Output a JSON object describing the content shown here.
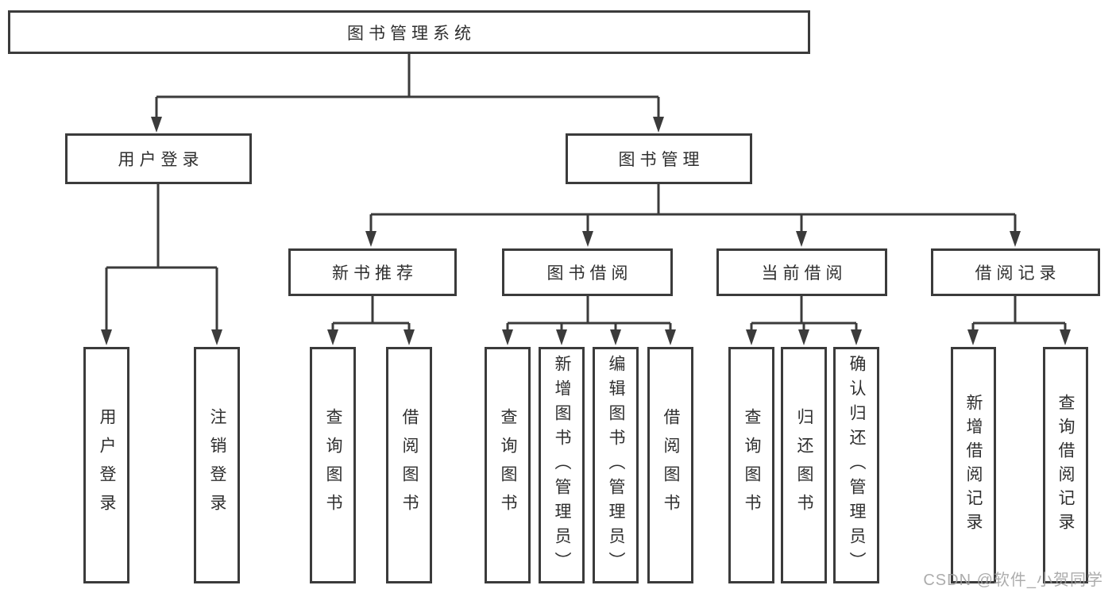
{
  "nodes": {
    "root": "图书管理系统",
    "user_login": "用户登录",
    "book_mgmt": "图书管理",
    "new_book_rec": "新书推荐",
    "book_borrow": "图书借阅",
    "current_borrow": "当前借阅",
    "borrow_records": "借阅记录",
    "leaf_user_login": "用户登录",
    "leaf_logout": "注销登录",
    "leaf_query_books_a": "查询图书",
    "leaf_borrow_books_a": "借阅图书",
    "leaf_query_books_b": "查询图书",
    "leaf_add_books": "新增图书（管理员）",
    "leaf_edit_books": "编辑图书（管理员）",
    "leaf_borrow_books_b": "借阅图书",
    "leaf_query_books_c": "查询图书",
    "leaf_return_books": "归还图书",
    "leaf_confirm_return": "确认归还（管理员）",
    "leaf_add_record": "新增借阅记录",
    "leaf_query_record": "查询借阅记录"
  },
  "watermark": "CSDN @软件_小贺同学",
  "colors": {
    "line": "#3b3b3b",
    "text": "#2f2f2f",
    "background": "#ffffff",
    "watermark": "#9e9e9e"
  }
}
